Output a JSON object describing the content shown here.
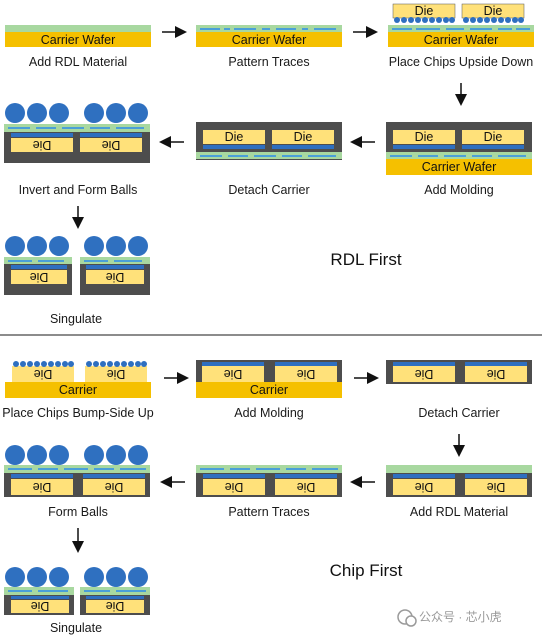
{
  "labels": {
    "carrier_wafer": "Carrier Wafer",
    "carrier": "Carrier",
    "die": "Die"
  },
  "sections": {
    "rdl_first": {
      "title": "RDL First",
      "steps": [
        "Add RDL Material",
        "Pattern Traces",
        "Place Chips Upside Down",
        "Add Molding",
        "Detach Carrier",
        "Invert and Form Balls",
        "Singulate"
      ]
    },
    "chip_first": {
      "title": "Chip First",
      "steps": [
        "Place Chips Bump-Side Up",
        "Add Molding",
        "Detach Carrier",
        "Add RDL Material",
        "Pattern Traces",
        "Form Balls",
        "Singulate"
      ]
    }
  },
  "watermark": "公众号 · 芯小虎",
  "colors": {
    "carrier": "#f5c000",
    "rdl": "#a8d8a0",
    "trace": "#4a9fd8",
    "bump": "#2e6fc0",
    "ball": "#2f70c0",
    "die": "#ffe17a",
    "mold": "#4d4d4d",
    "divider": "#8c8c8c"
  }
}
